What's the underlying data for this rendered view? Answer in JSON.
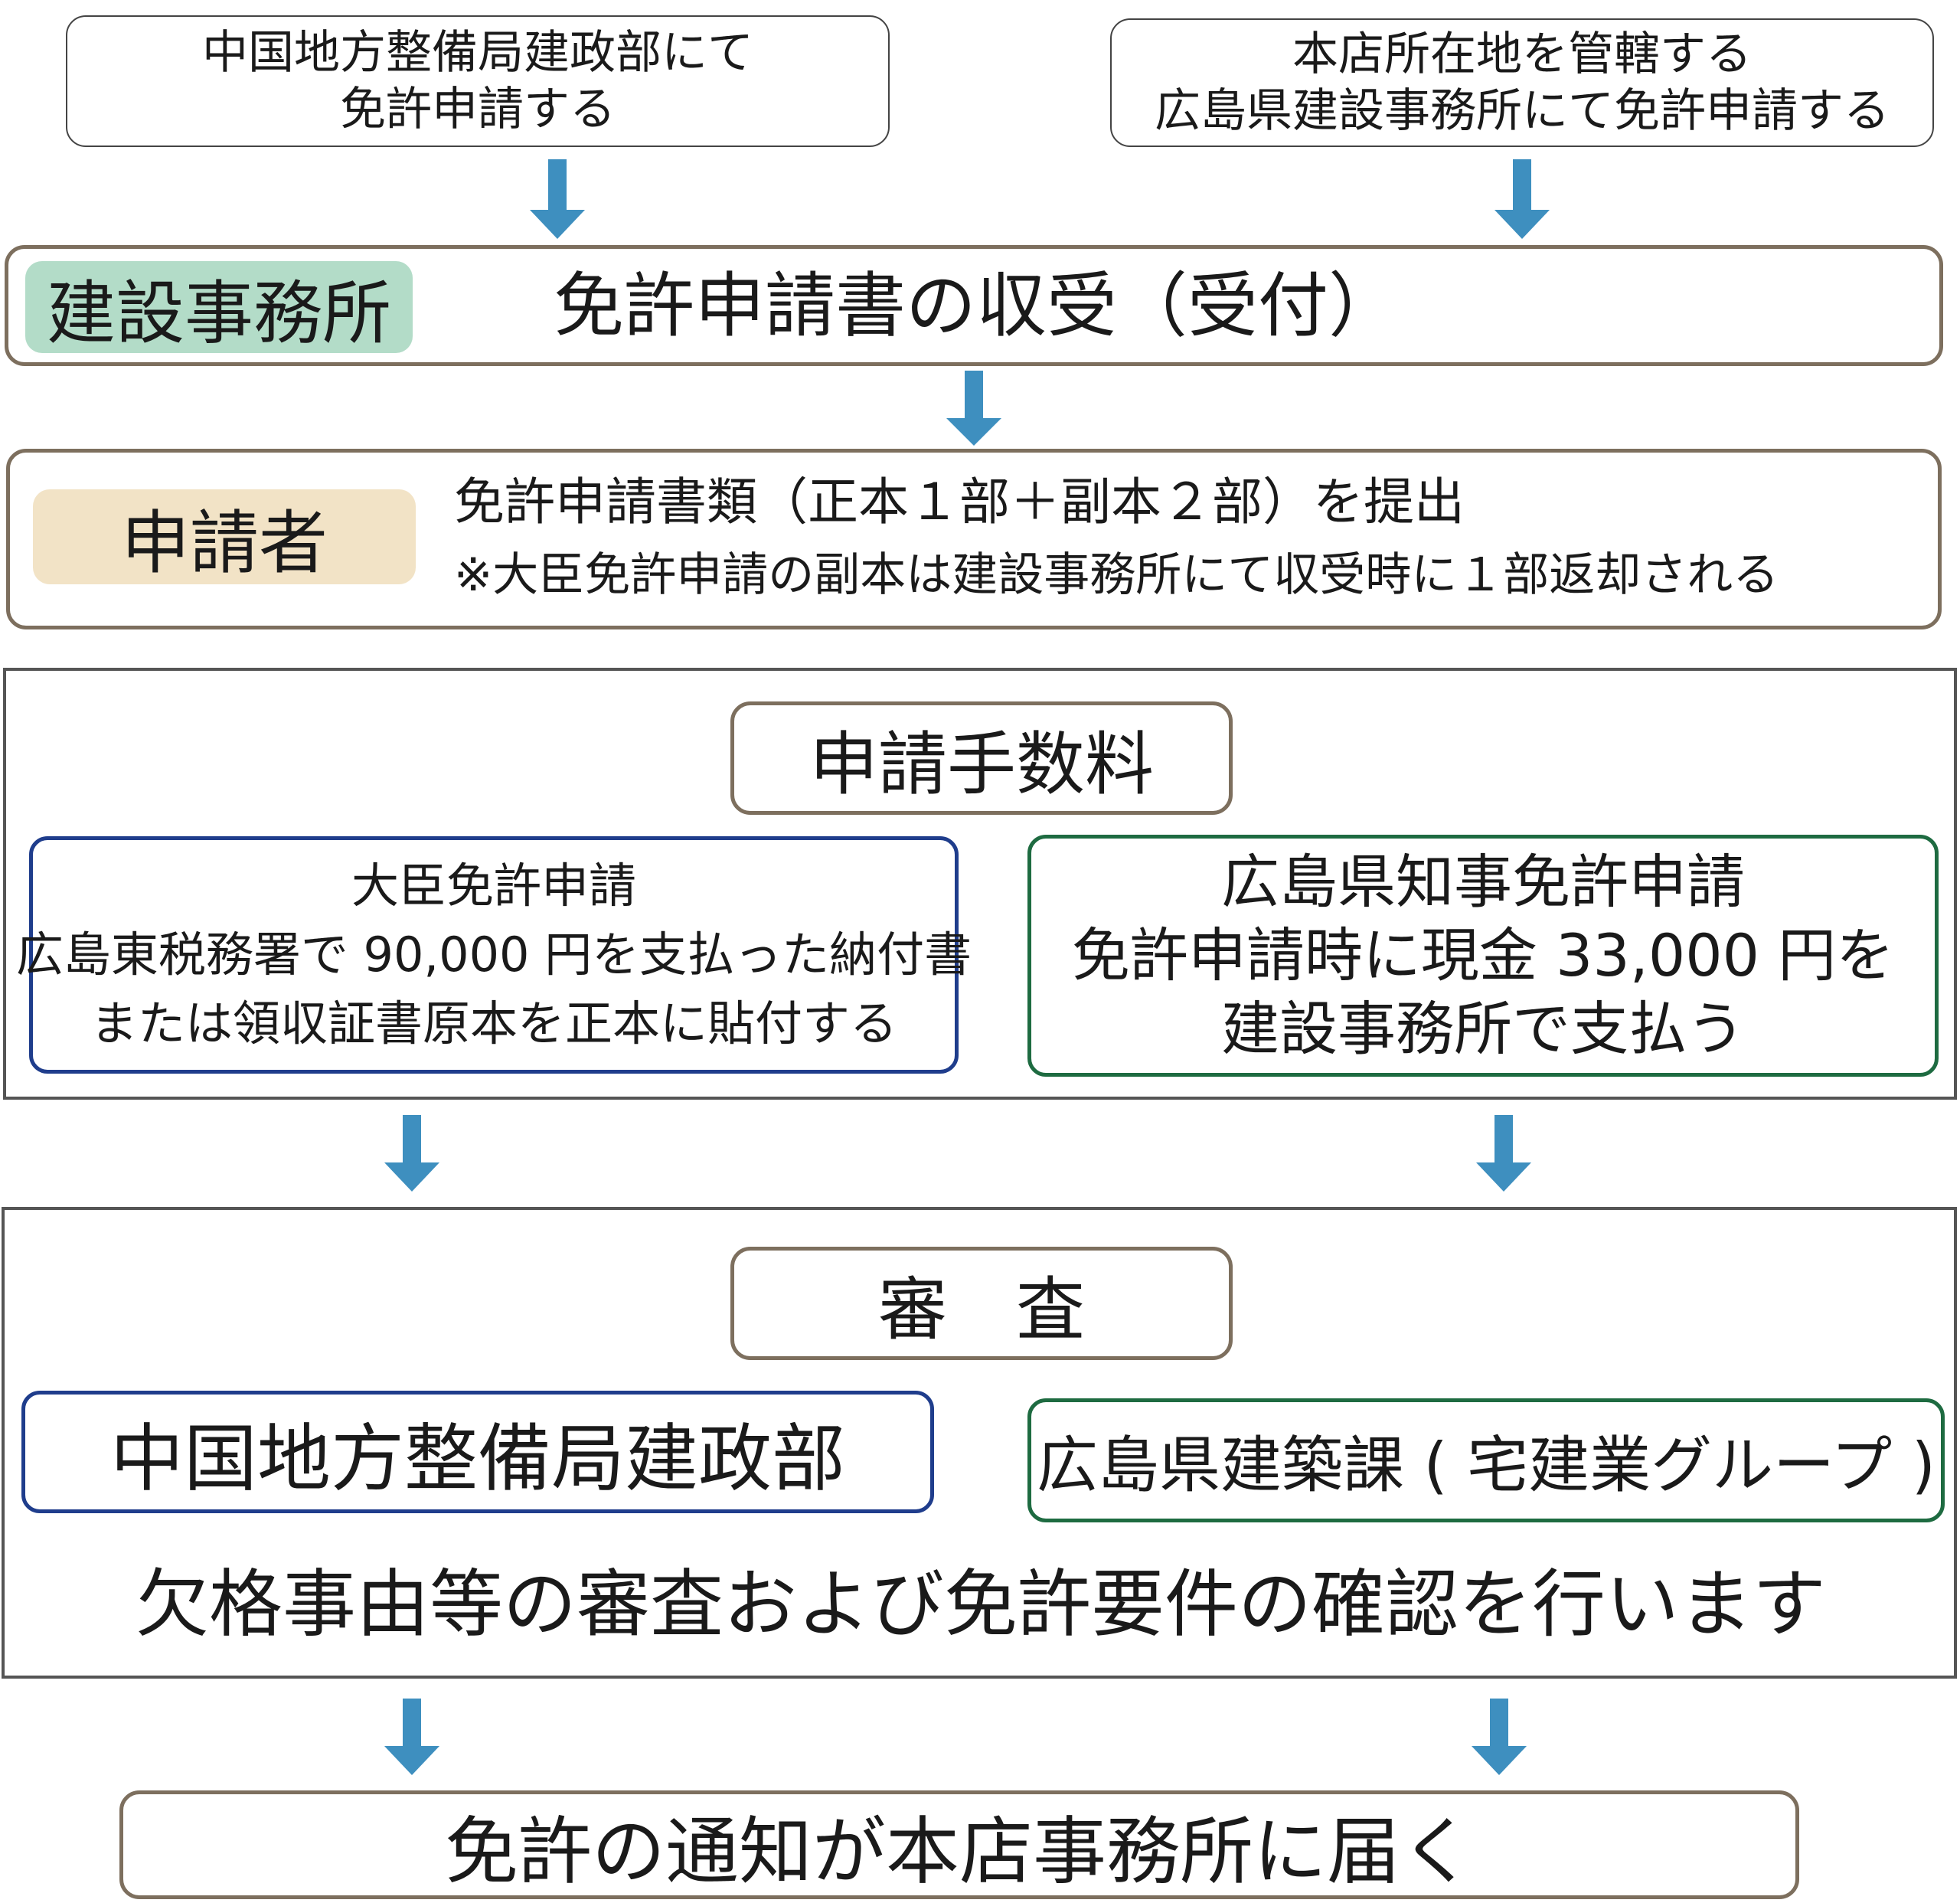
{
  "top": {
    "left_box": {
      "lines": [
        "中国地方整備局建政部にて",
        "免許申請する"
      ]
    },
    "right_box": {
      "lines": [
        "本店所在地を管轄する",
        "広島県建設事務所にて免許申請する"
      ]
    }
  },
  "reception": {
    "tag": "建設事務所",
    "text": "免許申請書の収受（受付）"
  },
  "applicant": {
    "tag": "申請者",
    "line1": "免許申請書類（正本１部＋副本２部）を提出",
    "line2": "※大臣免許申請の副本は建設事務所にて収受時に１部返却される"
  },
  "fee": {
    "title": "申請手数料",
    "minister": {
      "lines": [
        "大臣免許申請",
        "広島東税務署で 90,000 円を支払った納付書",
        "または領収証書原本を正本に貼付する"
      ]
    },
    "governor": {
      "lines": [
        "広島県知事免許申請",
        "免許申請時に現金 33,000 円を",
        "建設事務所で支払う"
      ]
    }
  },
  "review": {
    "title": "審　査",
    "left_office": "中国地方整備局建政部",
    "right_office": "広島県建築課 ( 宅建業グループ )",
    "description": "欠格事由等の審査および免許要件の確認を行います"
  },
  "final": {
    "text": "免許の通知が本店事務所に届く"
  },
  "colors": {
    "arrow": "#3e8fbf",
    "tag_green": "#b3dcc8",
    "tag_beige": "#f2e3c6",
    "blue_border": "#1f3d8c",
    "green_border": "#1e6b41"
  }
}
